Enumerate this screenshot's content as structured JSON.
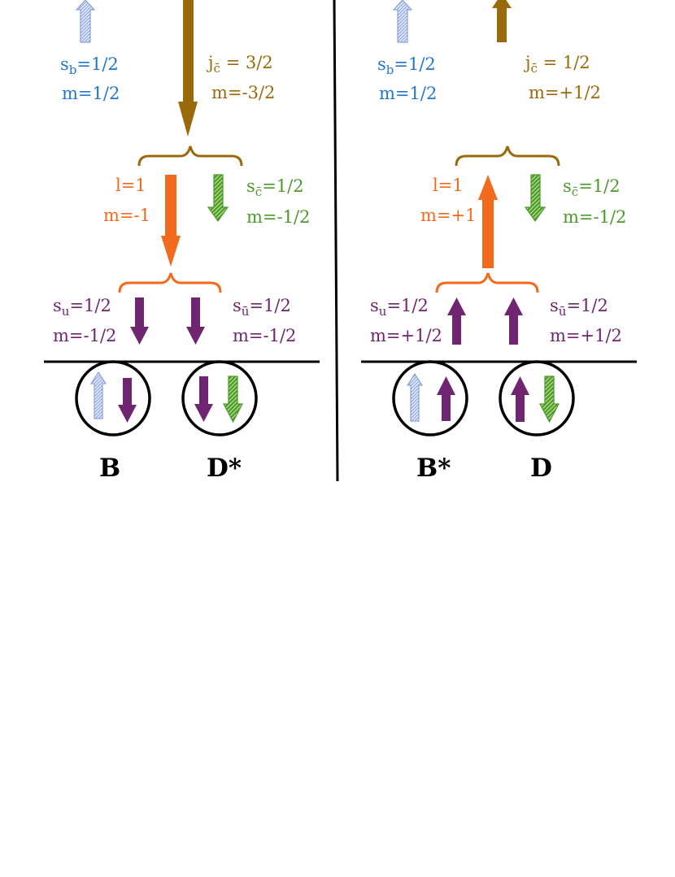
{
  "colors": {
    "b_spin": "#2277cc",
    "j_cbar": "#9a6a0a",
    "orbital": "#f26a1b",
    "s_cbar": "#4b9a2a",
    "light_quark": "#6f2570",
    "b_arrow_fill": "#c8d8f0",
    "b_arrow_stroke": "#8aa2dd",
    "line": "#000000"
  },
  "icons": {
    "b_spin": "hatched-up-arrow-icon",
    "c_spin": "hatched-green-arrow-icon",
    "quark_spin": "solid-purple-arrow-icon",
    "orbital": "orange-arrow-icon",
    "total_j": "brown-arrow-icon",
    "coupling": "curly-brace-icon",
    "meson": "circle-icon"
  },
  "left": {
    "s_b": "s_b=1/2",
    "s_b_parts": [
      "s",
      "b",
      "=1/2"
    ],
    "s_b_m": "m=1/2",
    "j_cbar": "j_c̄ = 3/2",
    "j_cbar_parts": [
      "j",
      "c̄",
      " = 3/2"
    ],
    "j_cbar_m": "m=-3/2",
    "l": "l=1",
    "l_m": "m=-1",
    "s_cbar": "s_c̄=1/2",
    "s_cbar_parts": [
      "s",
      "c̄",
      "=1/2"
    ],
    "s_cbar_m": "m=-1/2",
    "s_u": "s_u=1/2",
    "s_u_parts": [
      "s",
      "u",
      "=1/2"
    ],
    "s_u_m": "m=-1/2",
    "s_ubar": "s_ū=1/2",
    "s_ubar_parts": [
      "s",
      "ū",
      "=1/2"
    ],
    "s_ubar_m": "m=-1/2",
    "meson1": "B",
    "meson2": "D*"
  },
  "right": {
    "s_b": "s_b=1/2",
    "s_b_parts": [
      "s",
      "b",
      "=1/2"
    ],
    "s_b_m": "m=1/2",
    "j_cbar": "j_c̄ = 1/2",
    "j_cbar_parts": [
      "j",
      "c̄",
      " = 1/2"
    ],
    "j_cbar_m": "m=+1/2",
    "l": "l=1",
    "l_m": "m=+1",
    "s_cbar": "s_c̄=1/2",
    "s_cbar_parts": [
      "s",
      "c̄",
      "=1/2"
    ],
    "s_cbar_m": "m=-1/2",
    "s_u": "s_u=1/2",
    "s_u_parts": [
      "s",
      "u",
      "=1/2"
    ],
    "s_u_m": "m=+1/2",
    "s_ubar": "s_ū=1/2",
    "s_ubar_parts": [
      "s",
      "ū",
      "=1/2"
    ],
    "s_ubar_m": "m=+1/2",
    "meson1": "B*",
    "meson2": "D"
  }
}
